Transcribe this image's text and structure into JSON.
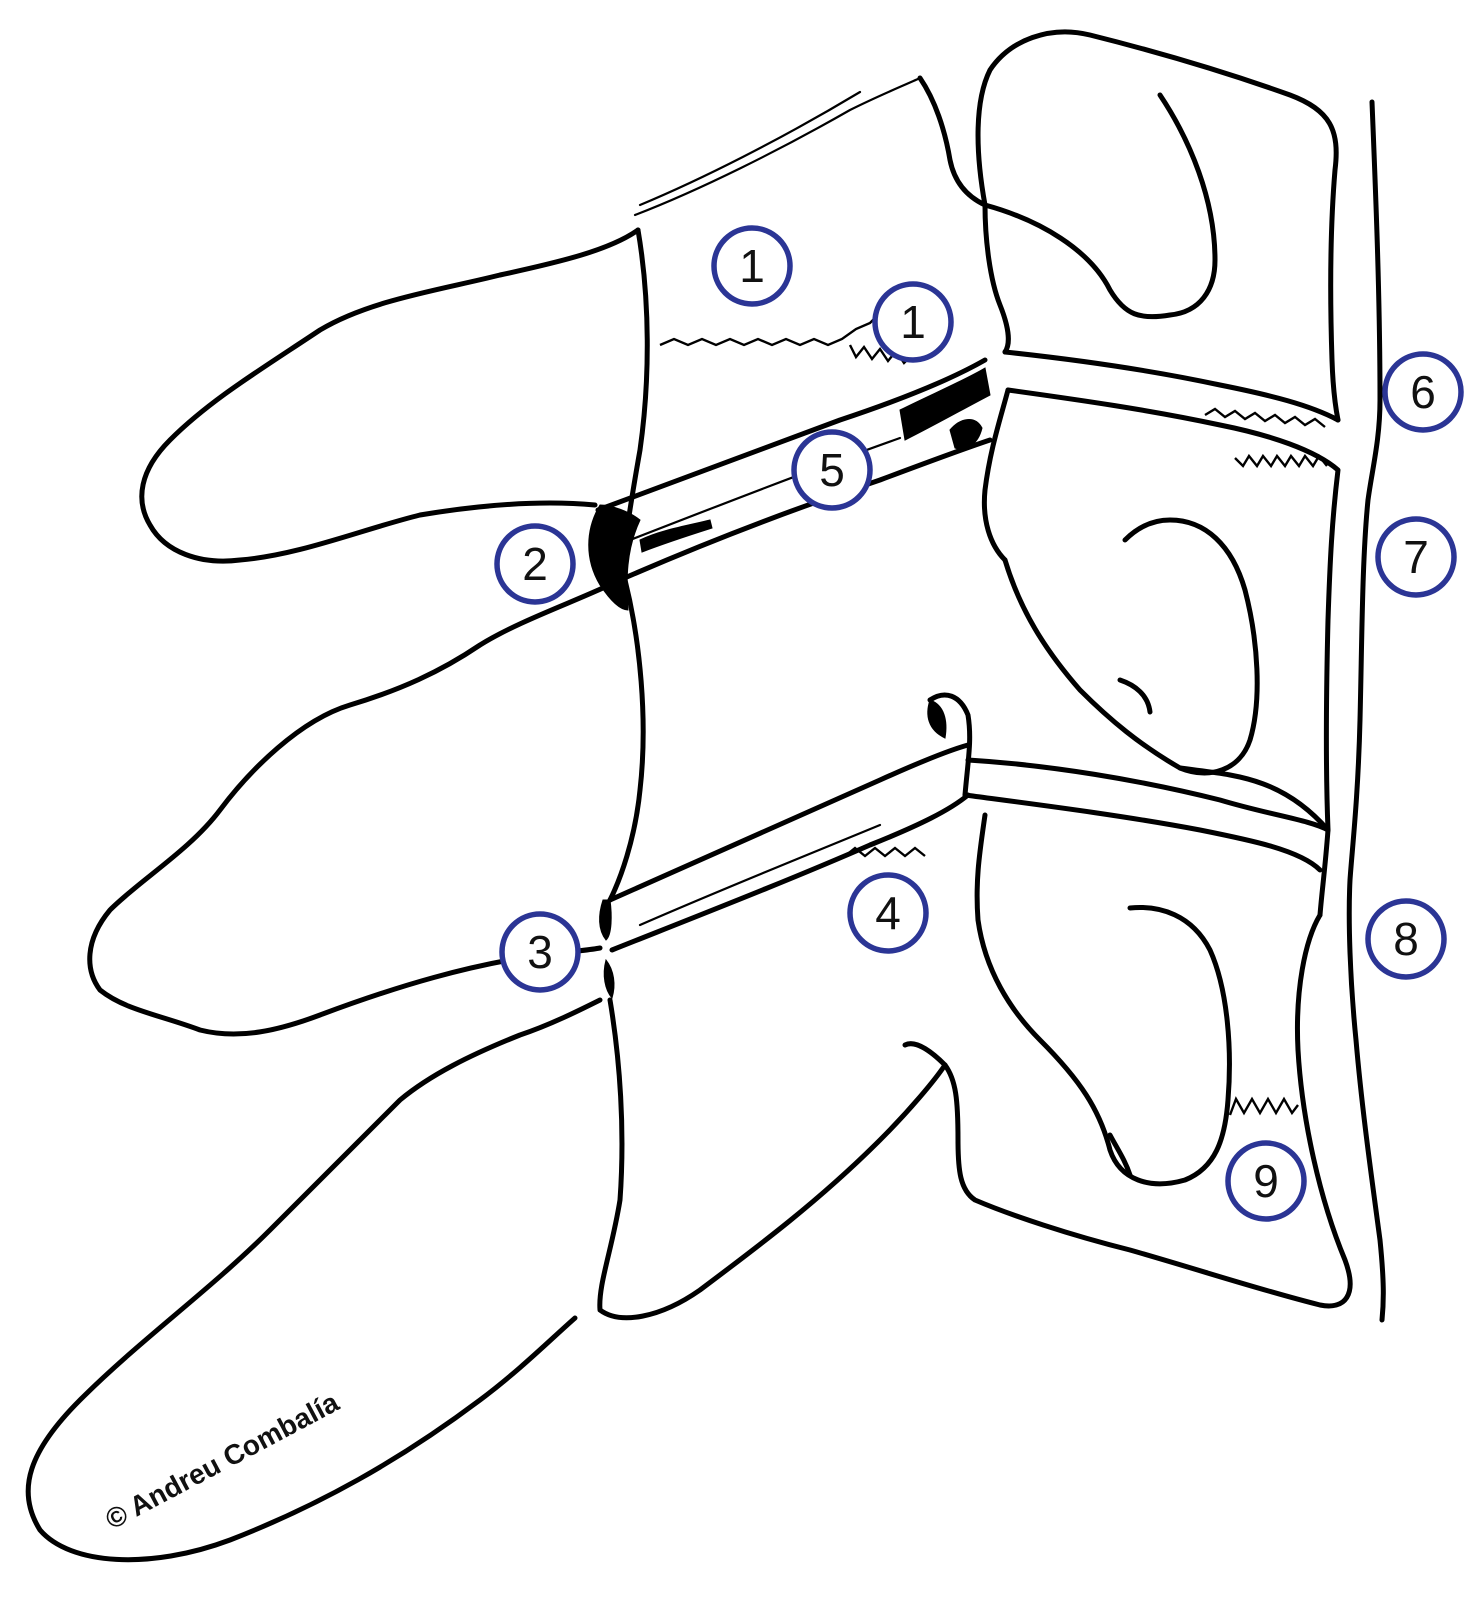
{
  "figure": {
    "credit": "© Andreu Combalía",
    "marker_color": "#2b3595",
    "line_color": "#000000",
    "background": "#ffffff"
  },
  "markers": [
    {
      "label": "1"
    },
    {
      "label": "1"
    },
    {
      "label": "2"
    },
    {
      "label": "3"
    },
    {
      "label": "4"
    },
    {
      "label": "5"
    },
    {
      "label": "6"
    },
    {
      "label": "7"
    },
    {
      "label": "8"
    },
    {
      "label": "9"
    }
  ]
}
